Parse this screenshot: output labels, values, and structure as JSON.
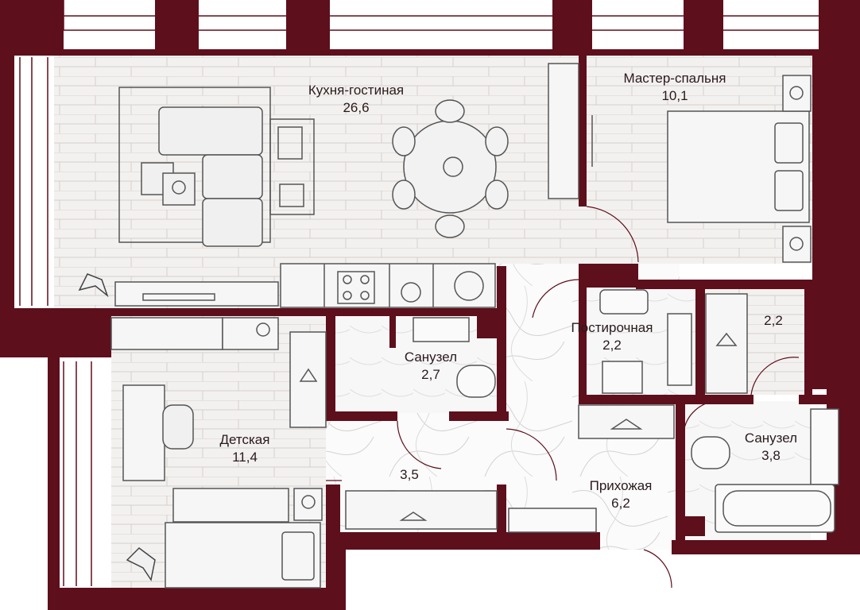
{
  "colors": {
    "wall": "#5e0f1c",
    "floor_wood": "#f3f1ef",
    "floor_line": "#d9d4d2",
    "furniture_stroke": "#555555",
    "furniture_fill": "#eeeeee",
    "tile": "#f6f6f6",
    "marble_line": "#cfcfcf"
  },
  "rooms": [
    {
      "name": "Кухня-гостиная",
      "area": "26,6"
    },
    {
      "name": "Мастер-спальня",
      "area": "10,1"
    },
    {
      "name": "Постирочная",
      "area": "2,2"
    },
    {
      "name": "",
      "area": "2,2"
    },
    {
      "name": "Санузел",
      "area": "2,7"
    },
    {
      "name": "Детская",
      "area": "11,4"
    },
    {
      "name": "",
      "area": "3,5"
    },
    {
      "name": "Прихожая",
      "area": "6,2"
    },
    {
      "name": "Санузел",
      "area": "3,8"
    }
  ],
  "icons": [
    "sofa-icon",
    "dining-table-icon",
    "bed-icon",
    "hanger-icon",
    "toilet-icon",
    "sink-icon",
    "bathtub-icon",
    "plant-icon",
    "stove-icon",
    "washing-machine-icon",
    "desk-icon",
    "chair-icon"
  ]
}
